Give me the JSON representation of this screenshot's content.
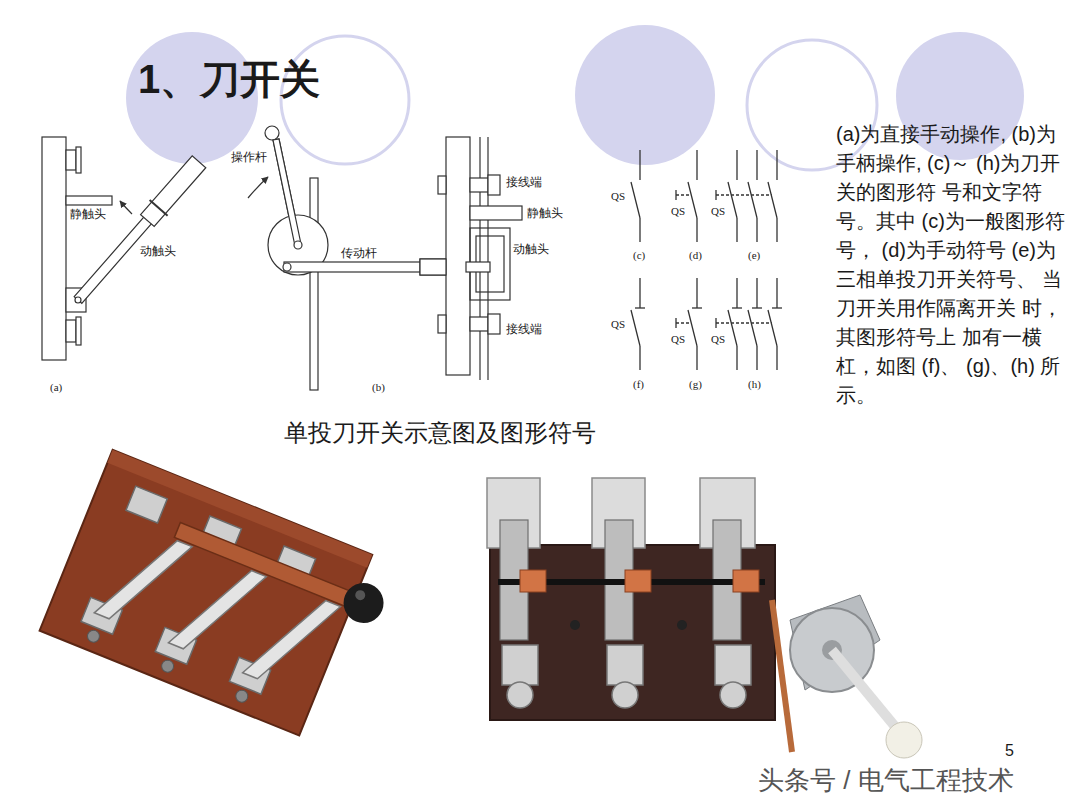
{
  "diagram": {
    "title": "1、刀开关",
    "caption": "单投刀开关示意图及图形符号",
    "labels": [
      "静触头",
      "动触头",
      "(a)",
      "操作杆",
      "传动杆",
      "(b)",
      "接线端",
      "静触头",
      "动触头",
      "接线端",
      "QS",
      "QS",
      "QS",
      "(c)",
      "(d)",
      "(e)",
      "QS",
      "QS",
      "QS",
      "(f)",
      "(g)",
      "(h)",
      "(a)为直接手动操作, (b)为手柄操作, (c)～ (h)为刀开关的图形符 号和文字符号。其中 (c)为一般图形符号， (d)为手动符号 (e)为 三相单投刀开关符号、 当刀开关用作隔离开关 时，其图形符号上 加有一横杠，如图 (f)、 (g)、(h) 所示。",
      "5",
      "头条号 / 电气工程技术"
    ]
  }
}
